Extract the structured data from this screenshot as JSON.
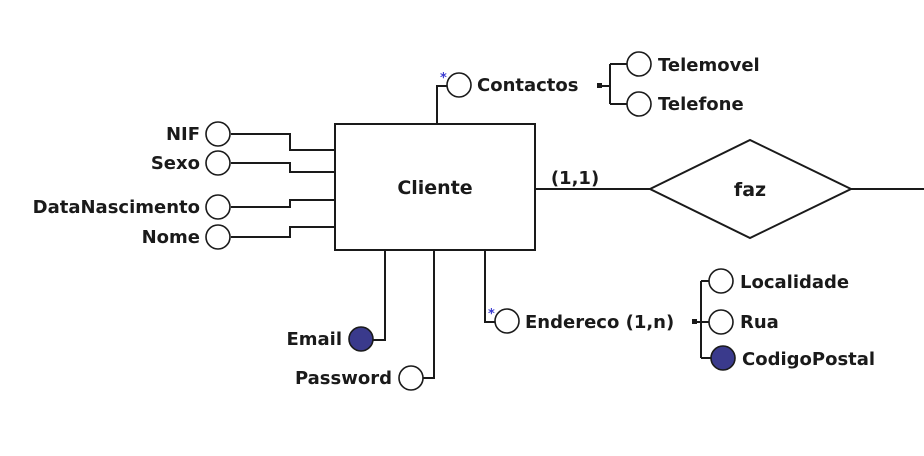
{
  "entity": {
    "name": "Cliente"
  },
  "relationship": {
    "name": "faz",
    "cardinality": "(1,1)"
  },
  "attributes": {
    "nif": "NIF",
    "sexo": "Sexo",
    "data_nascimento": "DataNascimento",
    "nome": "Nome",
    "email": "Email",
    "password": "Password"
  },
  "contactos": {
    "name": "Contactos",
    "multiplicity_mark": "*",
    "children": [
      "Telemovel",
      "Telefone"
    ]
  },
  "endereco": {
    "name": "Endereco (1,n)",
    "multiplicity_mark": "*",
    "children": [
      "Localidade",
      "Rua",
      "CodigoPostal"
    ]
  },
  "colors": {
    "key_attribute": "#3a3a8c",
    "multiplicity_mark": "#3a3ad0",
    "line": "#1a1a1a"
  }
}
